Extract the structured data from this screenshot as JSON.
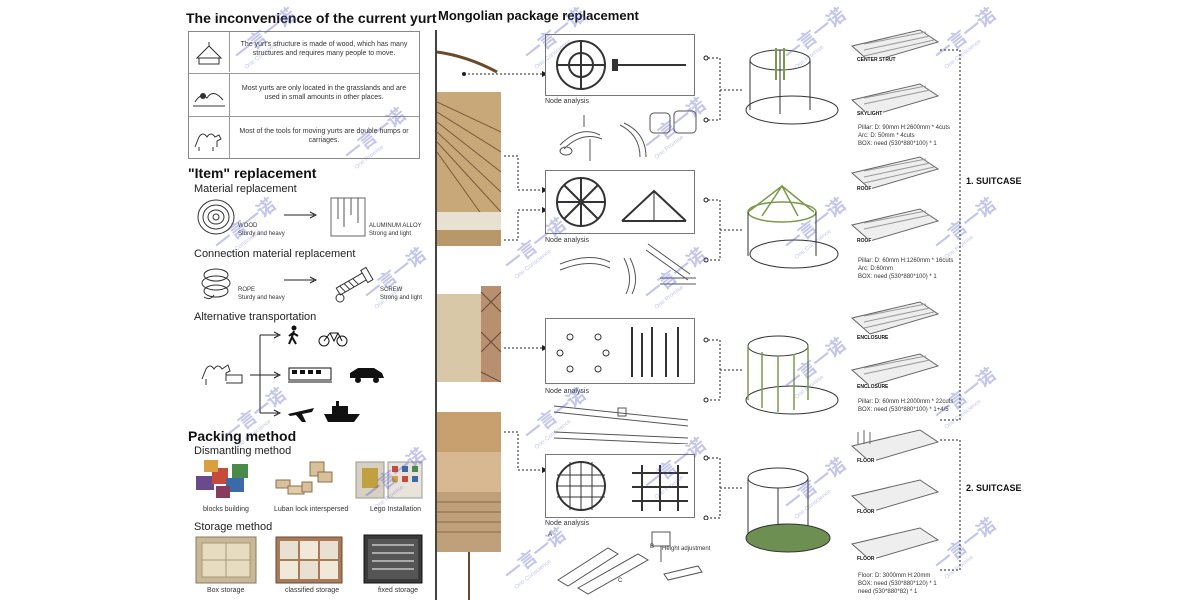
{
  "left": {
    "title_inconvenience": "The inconvenience of the current yurt",
    "rows": [
      {
        "text": "The yurt's structure is made of wood, which has many structures and requires many people to move."
      },
      {
        "text": "Most yurts are only located in the grasslands and are used in small amounts in other places."
      },
      {
        "text": "Most of the tools for moving yurts are double humps or carriages."
      }
    ],
    "title_item": "\"Item\" replacement",
    "material_replacement": "Material replacement",
    "wood_label": "WOOD",
    "wood_desc": "Sturdy and heavy",
    "alloy_label": "ALUMINUM ALLOY",
    "alloy_desc": "Strong and light",
    "connection_replacement": "Connection material replacement",
    "rope_label": "ROPE",
    "rope_desc": "Sturdy and heavy",
    "screw_label": "SCREW",
    "screw_desc": "Strong and light",
    "alt_transport": "Alternative transportation",
    "title_packing": "Packing method",
    "dismantling": "Dismantling method",
    "dismantle_items": [
      "blocks building",
      "Luban lock interspersed",
      "Lego Installation"
    ],
    "storage": "Storage method",
    "storage_items": [
      "Box storage",
      "classified storage",
      "fixed storage"
    ]
  },
  "right": {
    "title": "Mongolian package replacement",
    "node_analysis": "Node analysis",
    "part_labels": {
      "a": "A",
      "b": "B",
      "c": "C",
      "height": "Height adjustment"
    },
    "cards": [
      "CENTER STRUT",
      "SKYLIGHT",
      "ROOF",
      "ROOF",
      "ENCLOSURE",
      "ENCLOSURE",
      "FLOOR",
      "FLOOR",
      "FLOOR"
    ],
    "spec1": [
      "Pillar: D: 90mm  H:2600mm * 4cuts",
      "Arc: D: 50mm  * 4cuts",
      "BOX: need (530*880*100) * 1"
    ],
    "spec2": [
      "Pillar: D: 60mm  H:1260mm * 16cuts",
      "Arc: D:60mm",
      "BOX: need (530*880*100) * 1"
    ],
    "spec3": [
      "Pillar: D: 60mm  H:2000mm * 22cuts",
      "BOX: need (530*880*100) * 1+4/5"
    ],
    "spec4": [
      "Floor: D: 3000mm  H:20mm",
      "BOX: need (530*880*120) * 1",
      "need (530*880*82) * 1"
    ],
    "suitcase1": "1. SUITCASE",
    "suitcase2": "2. SUITCASE"
  },
  "watermark": {
    "cn": "一言一诺",
    "en1": "One Conscience",
    "en2": "One Promise"
  },
  "colors": {
    "accent_green": "#7a9a4a",
    "watermark": "#5a62c8",
    "floor_green": "#6e8f52"
  }
}
